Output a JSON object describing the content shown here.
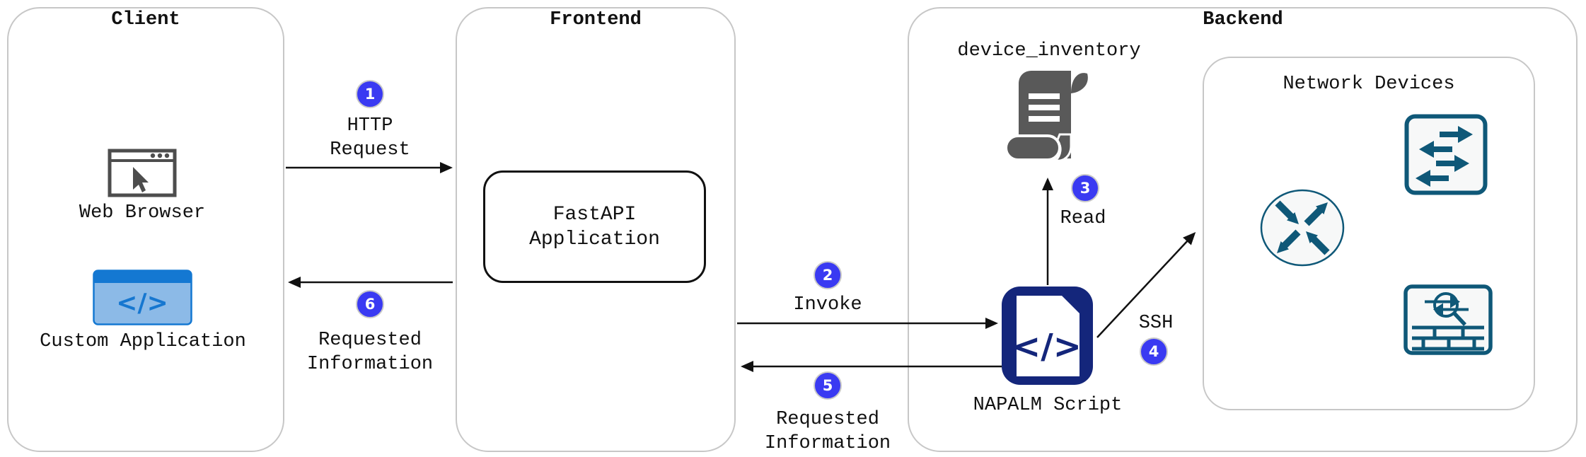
{
  "groups": {
    "client": {
      "title": "Client"
    },
    "frontend": {
      "title": "Frontend"
    },
    "backend": {
      "title": "Backend"
    },
    "network_devices": {
      "title": "Network Devices"
    }
  },
  "nodes": {
    "web_browser": {
      "label": "Web Browser"
    },
    "custom_application": {
      "label": "Custom Application"
    },
    "fastapi_application": {
      "line1": "FastAPI",
      "line2": "Application"
    },
    "device_inventory": {
      "label": "device_inventory"
    },
    "napalm_script": {
      "label": "NAPALM Script"
    },
    "code_glyph": "</>"
  },
  "flows": {
    "http_request": {
      "step": "1",
      "line1": "HTTP",
      "line2": "Request"
    },
    "invoke": {
      "step": "2",
      "line1": "Invoke"
    },
    "read": {
      "step": "3",
      "line1": "Read"
    },
    "ssh": {
      "step": "4",
      "line1": "SSH"
    },
    "requested_info_script": {
      "step": "5",
      "line1": "Requested",
      "line2": "Information"
    },
    "requested_info_client": {
      "step": "6",
      "line1": "Requested",
      "line2": "Information"
    }
  },
  "colors": {
    "badge": "#3a3af2",
    "ink": "#111111",
    "napalm_navy": "#14267b",
    "device_teal": "#0f5878",
    "scroll_gray": "#595959",
    "app_blue": "#1478d2",
    "app_blue_light": "#8cbae7",
    "box_border": "#c7c7c7"
  }
}
